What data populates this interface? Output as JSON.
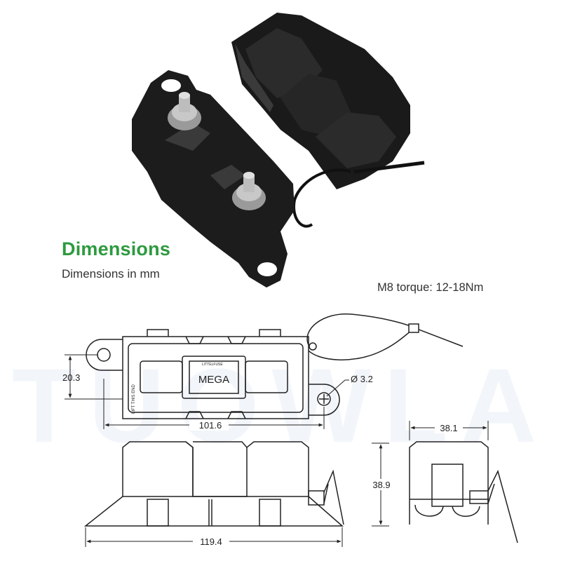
{
  "heading": {
    "title": "Dimensions",
    "subtitle": "Dimensions in mm"
  },
  "torque_note": "M8 torque: 12-18Nm",
  "top_view": {
    "fuse_label": "MEGA",
    "fuse_small_text": "LITTELFUSE",
    "side_text": "LIFT THIS END",
    "dim_width": "101.6",
    "dim_height": "20.3",
    "dim_hole": "Ø 3.2"
  },
  "front_view": {
    "dim_length": "119.4",
    "dim_height": "38.9"
  },
  "side_view": {
    "dim_width": "38.1"
  },
  "watermark_text": "TUOWLA",
  "colors": {
    "heading_green": "#2e9a3f",
    "text_dark": "#333333",
    "line": "#222222",
    "product_black": "#1c1c1c"
  }
}
